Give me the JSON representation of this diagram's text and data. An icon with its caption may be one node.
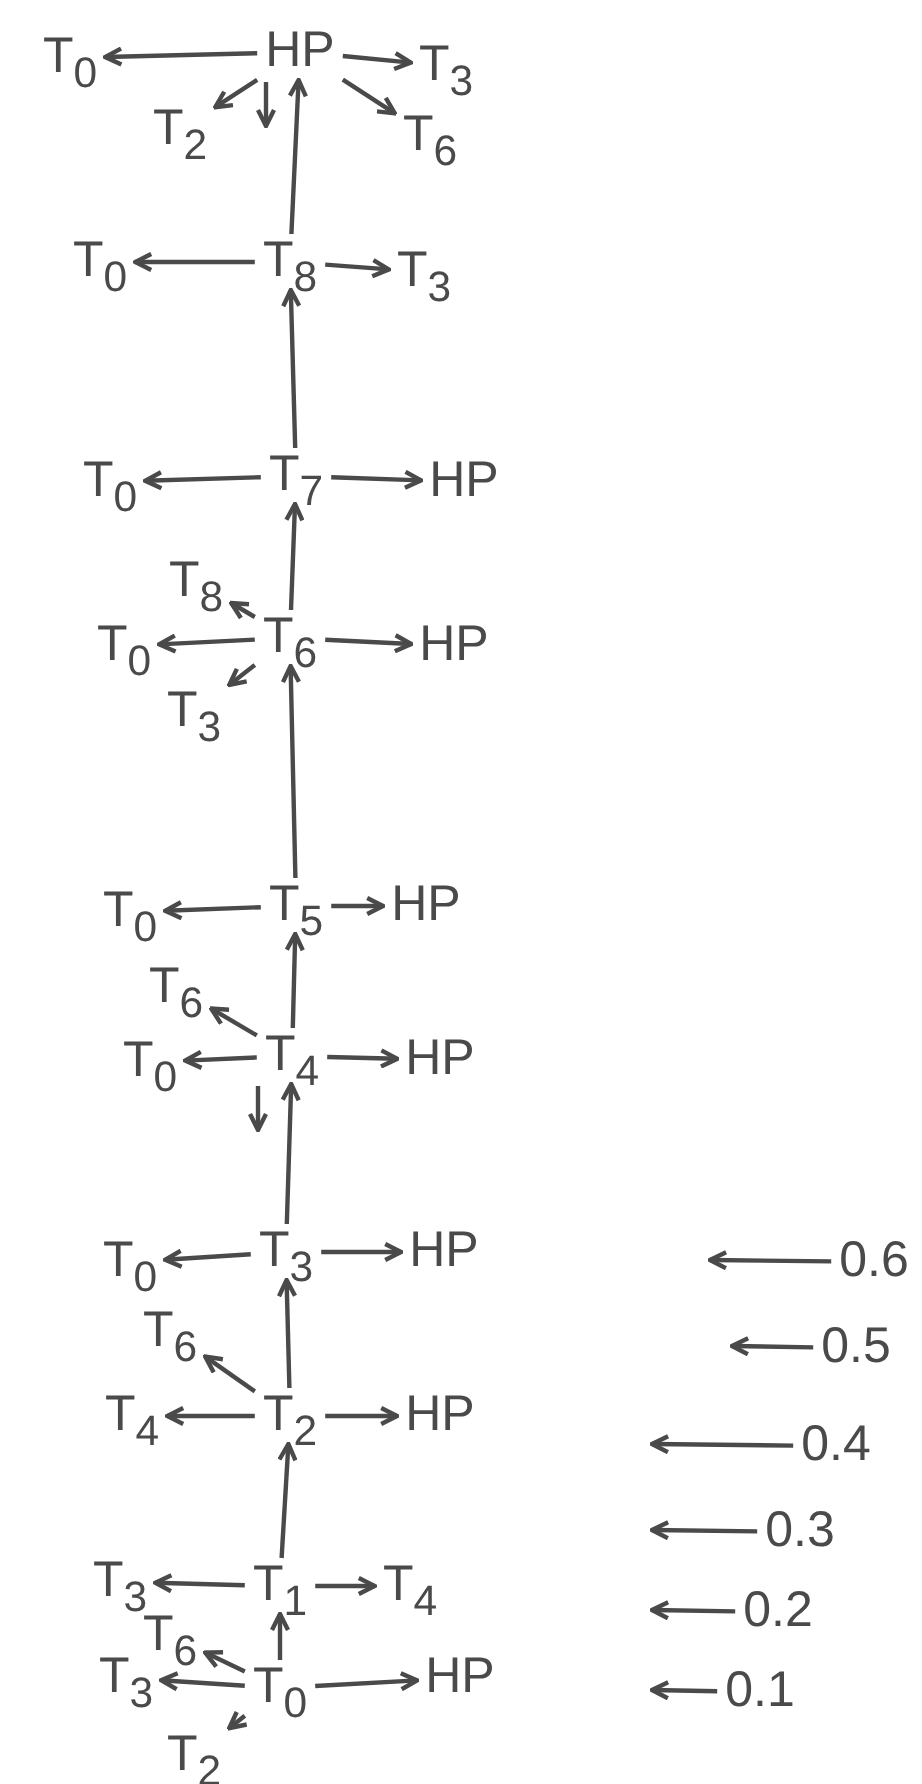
{
  "diagram": {
    "nodes": [
      {
        "text": [
          "T$_{0}$"
        ]
      },
      {
        "text": [
          "HP"
        ]
      },
      {
        "text": [
          "T$_{3}$"
        ]
      },
      {
        "text": [
          "T$_{2}$"
        ]
      },
      {
        "text": [
          "T$_{6}$"
        ]
      },
      {
        "text": [
          "T$_{0}$"
        ]
      },
      {
        "text": [
          "T$_{8}$"
        ]
      },
      {
        "text": [
          "T$_{3}$"
        ]
      },
      {
        "text": [
          "T$_{0}$"
        ]
      },
      {
        "text": [
          "T$_{7}$"
        ]
      },
      {
        "text": [
          "HP"
        ]
      },
      {
        "text": [
          "T$_{8}$"
        ]
      },
      {
        "text": [
          "T$_{0}$"
        ]
      },
      {
        "text": [
          "T$_{6}$"
        ]
      },
      {
        "text": [
          "HP"
        ]
      },
      {
        "text": [
          "T$_{3}$"
        ]
      },
      {
        "text": [
          "T$_{0}$"
        ]
      },
      {
        "text": [
          "T$_{5}$"
        ]
      },
      {
        "text": [
          "HP"
        ]
      },
      {
        "text": [
          "T$_{6}$"
        ]
      },
      {
        "text": [
          "T$_{0}$"
        ]
      },
      {
        "text": [
          "T$_{4}$"
        ]
      },
      {
        "text": [
          "HP"
        ]
      },
      {
        "text": [
          "T$_{0}$"
        ]
      },
      {
        "text": [
          "T$_{3}$"
        ]
      },
      {
        "text": [
          "HP"
        ]
      },
      {
        "text": [
          "0.6"
        ]
      },
      {
        "text": [
          "T$_{6}$"
        ]
      },
      {
        "text": [
          "0.5"
        ]
      },
      {
        "text": [
          "T$_{4}$"
        ]
      },
      {
        "text": [
          "T$_{2}$"
        ]
      },
      {
        "text": [
          "HP"
        ]
      },
      {
        "text": [
          "0.4"
        ]
      },
      {
        "text": [
          "0.3"
        ]
      },
      {
        "text": [
          "T$_{3}$"
        ]
      },
      {
        "text": [
          "T$_{1}$"
        ]
      },
      {
        "text": [
          "T$_{4}$"
        ]
      },
      {
        "text": [
          "0.2"
        ]
      },
      {
        "text": [
          "T$_{6}$"
        ]
      },
      {
        "text": [
          "T$_{3}$"
        ]
      },
      {
        "text": [
          "T$_{0}$"
        ]
      },
      {
        "text": [
          "HP"
        ]
      },
      {
        "text": [
          "0.1"
        ]
      },
      {
        "text": [
          "T$_{2}$"
        ]
      }
    ],
    "edges": [
      {
        "from": 1,
        "to": 0,
        "arrow": "to"
      },
      {
        "from": 1,
        "to": 2,
        "arrow": "to"
      },
      {
        "from": 1,
        "to": 3,
        "arrow": "to"
      },
      {
        "from": 1,
        "to": 4,
        "arrow": "to"
      },
      {
        "from": 1,
        "to": null,
        "arrow": "to"
      },
      {
        "from": 6,
        "to": 1,
        "arrow": "to"
      },
      {
        "from": 6,
        "to": 5,
        "arrow": "to"
      },
      {
        "from": 6,
        "to": 7,
        "arrow": "to"
      },
      {
        "from": 9,
        "to": 6,
        "arrow": "to"
      },
      {
        "from": 9,
        "to": 8,
        "arrow": "to"
      },
      {
        "from": 9,
        "to": 10,
        "arrow": "to"
      },
      {
        "from": 13,
        "to": 9,
        "arrow": "to"
      },
      {
        "from": 13,
        "to": 11,
        "arrow": "to"
      },
      {
        "from": 13,
        "to": 12,
        "arrow": "to"
      },
      {
        "from": 13,
        "to": 14,
        "arrow": "to"
      },
      {
        "from": 13,
        "to": 15,
        "arrow": "to"
      },
      {
        "from": 17,
        "to": 13,
        "arrow": "to"
      },
      {
        "from": 17,
        "to": 16,
        "arrow": "to"
      },
      {
        "from": 17,
        "to": 18,
        "arrow": "to"
      },
      {
        "from": 21,
        "to": 17,
        "arrow": "to"
      },
      {
        "from": 21,
        "to": 19,
        "arrow": "to"
      },
      {
        "from": 21,
        "to": 20,
        "arrow": "to"
      },
      {
        "from": 21,
        "to": 22,
        "arrow": "to"
      },
      {
        "from": 21,
        "to": null,
        "arrow": "to"
      },
      {
        "from": 24,
        "to": 21,
        "arrow": "to"
      },
      {
        "from": 24,
        "to": 23,
        "arrow": "to"
      },
      {
        "from": 24,
        "to": 25,
        "arrow": "to"
      },
      {
        "from": 30,
        "to": 24,
        "arrow": "to"
      },
      {
        "from": 30,
        "to": 27,
        "arrow": "to"
      },
      {
        "from": 30,
        "to": 29,
        "arrow": "to"
      },
      {
        "from": 30,
        "to": 31,
        "arrow": "to"
      },
      {
        "from": 35,
        "to": 30,
        "arrow": "to"
      },
      {
        "from": 35,
        "to": 34,
        "arrow": "to"
      },
      {
        "from": 35,
        "to": 36,
        "arrow": "to"
      },
      {
        "from": 40,
        "to": 35,
        "arrow": "to"
      },
      {
        "from": 40,
        "to": 38,
        "arrow": "to"
      },
      {
        "from": 40,
        "to": 39,
        "arrow": "to"
      },
      {
        "from": 40,
        "to": 43,
        "arrow": "to"
      },
      {
        "from": 40,
        "to": 41,
        "arrow": "to"
      },
      {
        "from": 26,
        "to": null,
        "arrow": "to"
      },
      {
        "from": 28,
        "to": null,
        "arrow": "to"
      },
      {
        "from": 32,
        "to": null,
        "arrow": "to"
      },
      {
        "from": 33,
        "to": null,
        "arrow": "to"
      },
      {
        "from": 37,
        "to": null,
        "arrow": "to"
      },
      {
        "from": 42,
        "to": null,
        "arrow": "to"
      }
    ]
  }
}
